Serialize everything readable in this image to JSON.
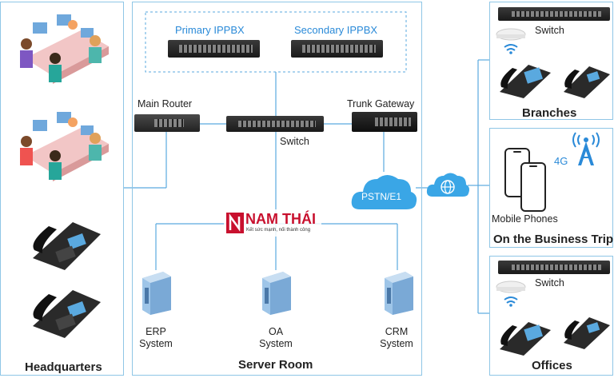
{
  "panels": {
    "headquarters": "Headquarters",
    "server_room": "Server Room",
    "branches": "Branches",
    "business_trip": "On the Business Trip",
    "offices": "Offices"
  },
  "labels": {
    "primary_ippbx": "Primary IPPBX",
    "secondary_ippbx": "Secondary IPPBX",
    "main_router": "Main Router",
    "trunk_gateway": "Trunk Gateway",
    "switch_center": "Switch",
    "pstn": "PSTN/E1",
    "branches_switch": "Switch",
    "offices_switch": "Switch",
    "mobile_phones": "Mobile Phones",
    "signal_4g": "4G",
    "erp_line1": "ERP",
    "erp_line2": "System",
    "oa_line1": "OA",
    "oa_line2": "System",
    "crm_line1": "CRM",
    "crm_line2": "System"
  },
  "watermark": {
    "brand": "NAM THÁI",
    "tagline": "Kết sức mạnh, nối thành công"
  },
  "colors": {
    "panel_border": "#8fc6e6",
    "link_line": "#5aa9df",
    "label_blue": "#2a8ad8",
    "cloud_blue": "#3aa6e6",
    "brand_red": "#c8102e"
  }
}
